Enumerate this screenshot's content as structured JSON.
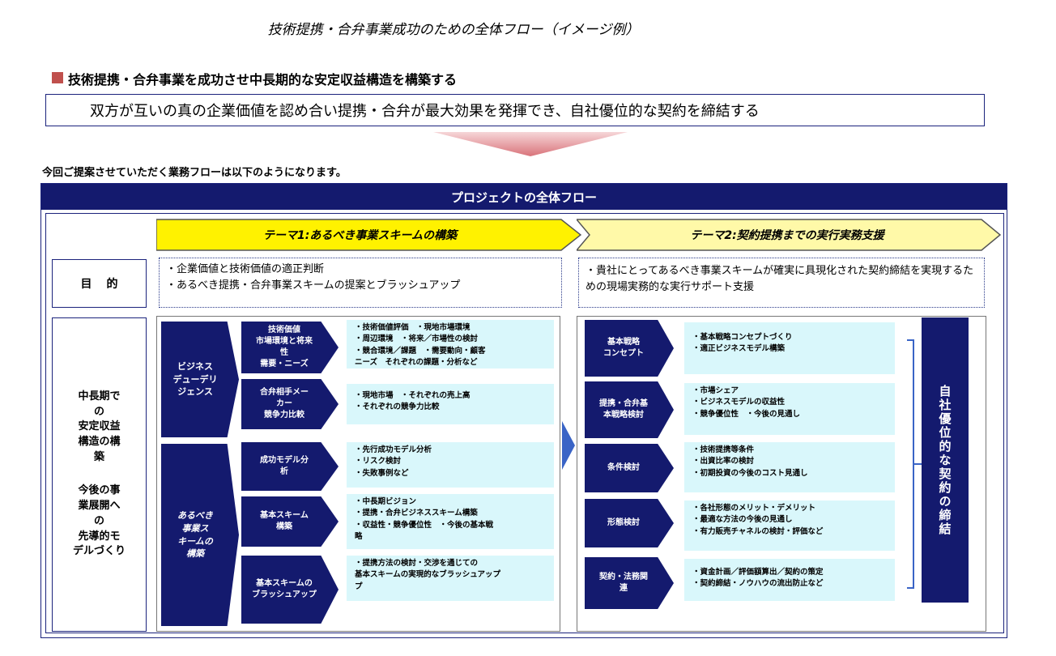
{
  "doc_title": "技術提携・合弁事業成功のための全体フロー（イメージ例）",
  "section_heading": "技術提携・合弁事業を成功させ中長期的な安定収益構造を構築する",
  "banner_text": "双方が互いの真の企業価値を認め合い提携・合弁が最大効果を発揮でき、自社優位的な契約を締結する",
  "intro_text": "今回ご提案させていただく業務フローは以下のようになります。",
  "header_bar": "プロジェクトの全体フロー",
  "theme1": "テーマ1:あるべき事業スキームの構築",
  "theme2": "テーマ2:契約提携までの実行実務支援",
  "mokuteki_label": "目的",
  "goal_label": {
    "part1": [
      "中長期で",
      "の",
      "安定収益",
      "構造の構",
      "築"
    ],
    "part2": [
      "今後の事",
      "業展開へ",
      "の",
      "先導的モ",
      "デルづくり"
    ]
  },
  "purpose1": [
    "・企業価値と技術価値の適正判断",
    "・あるべき提携・合弁事業スキームの提案とブラッシュアップ"
  ],
  "purpose2": [
    "・貴社にとってあるべき事業スキームが確実に具現化された契約締結を実現するための現場実務的な実行サポート支援"
  ],
  "theme1_groups": [
    {
      "label": [
        "ビジネス",
        "デューデリ",
        "ジェンス"
      ],
      "rows": [
        {
          "tab": [
            "技術価値",
            "市場環境と将来",
            "性",
            "需要・ニーズ"
          ],
          "content": "・技術価値評価　・現地市場環境\n・周辺環境　・将来／市場性の検討\n・競合環境／課題　・需要動向・顧客\nニーズ　それぞれの課題・分析など"
        },
        {
          "tab": [
            "合弁相手メー",
            "カー",
            "競争力比較"
          ],
          "content": "・現地市場　・それぞれの売上高\n・それぞれの競争力比較"
        }
      ]
    },
    {
      "label": [
        "あるべき",
        "事業ス",
        "キームの",
        "構築"
      ],
      "rows": [
        {
          "tab": [
            "成功モデル分",
            "析"
          ],
          "content": "・先行成功モデル分析\n・リスク検討\n・失敗事例など"
        },
        {
          "tab": [
            "基本スキーム",
            "構築"
          ],
          "content": "・中長期ビジョン\n・提携・合弁ビジネススキーム構築\n・収益性・競争優位性　・今後の基本戦\n略"
        },
        {
          "tab": [
            "基本スキームの",
            "ブラッシュアップ"
          ],
          "content": "・提携方法の検討・交渉を通じての\n基本スキームの実現的なブラッシュアップ\nプ"
        }
      ]
    }
  ],
  "theme2_rows": [
    {
      "tab": [
        "基本戦略",
        "コンセプト"
      ],
      "content": "・基本戦略コンセプトづくり\n・適正ビジネスモデル構築"
    },
    {
      "tab": [
        "提携・合弁基",
        "本戦略検討"
      ],
      "content": "・市場シェア\n・ビジネスモデルの収益性\n・競争優位性　・今後の見通し"
    },
    {
      "tab": [
        "条件検討"
      ],
      "content": "・技術提携等条件\n・出資比率の検討\n・初期投資の今後のコスト見通し"
    },
    {
      "tab": [
        "形態検討"
      ],
      "content": "・各社形態のメリット・デメリット\n・最適な方法の今後の見通し\n・有力販売チャネルの検討・評価など"
    },
    {
      "tab": [
        "契約・法務関",
        "連"
      ],
      "content": "・資金計画／評価額算出／契約の策定\n・契約締結・ノウハウの流出防止など"
    }
  ],
  "final_box": "自社優位的な契約の締結",
  "colors": {
    "navy": "#141a6e",
    "theme_yellow": "#fff200",
    "theme_pale": "#fff9a8",
    "content_cyan": "#d9f7fb",
    "marker_red": "#c0504d"
  }
}
